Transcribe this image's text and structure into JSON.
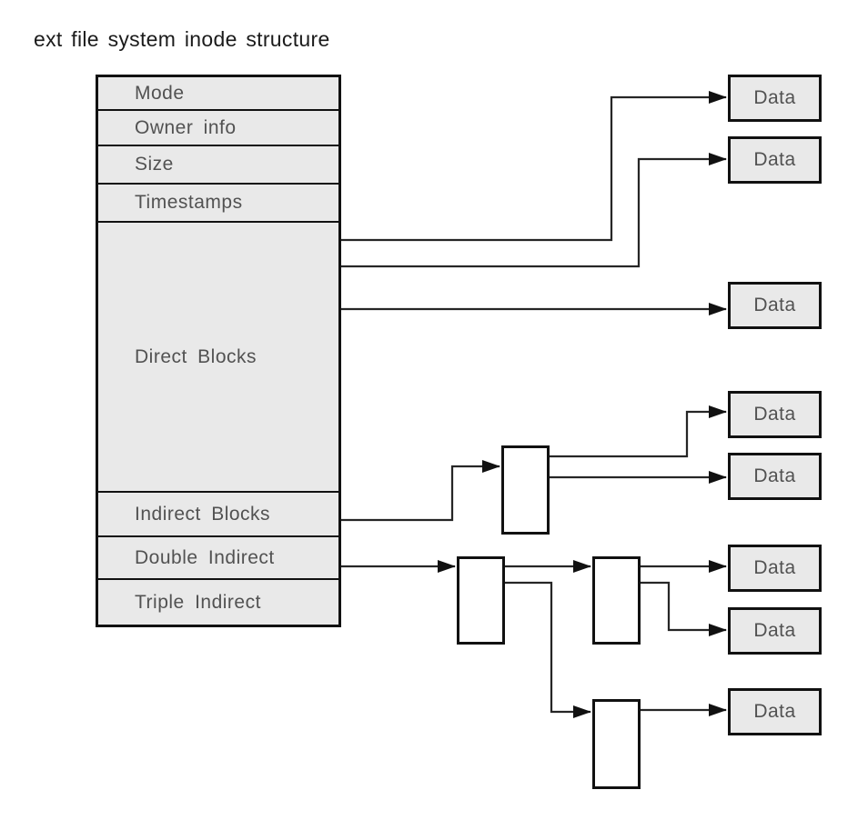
{
  "title": "ext file system inode structure",
  "inode": {
    "rows": [
      {
        "label": "Mode"
      },
      {
        "label": "Owner info"
      },
      {
        "label": "Size"
      },
      {
        "label": "Timestamps"
      },
      {
        "label": "Direct Blocks"
      },
      {
        "label": "Indirect Blocks"
      },
      {
        "label": "Double Indirect"
      },
      {
        "label": "Triple Indirect"
      }
    ]
  },
  "labels": {
    "data_box": "Data"
  },
  "counts": {
    "data_boxes": 8,
    "indirect_blocks": 4
  },
  "connections": [
    "Direct Blocks -> Data (3 arrows)",
    "Indirect Blocks -> indirect block",
    "indirect block -> Data (2 arrows)",
    "Double Indirect -> indirect block (level 1)",
    "level-1 block -> indirect block (level 2)",
    "level-1 block -> indirect block (bottom)",
    "level-2 block -> Data (2 arrows)",
    "bottom block -> Data"
  ],
  "colors": {
    "background": "#ffffff",
    "box_fill": "#e9e9e9",
    "indirect_fill": "#ffffff",
    "border": "#111111",
    "line": "#262626",
    "label_text": "#525252",
    "title_text": "#1b1b1b"
  }
}
